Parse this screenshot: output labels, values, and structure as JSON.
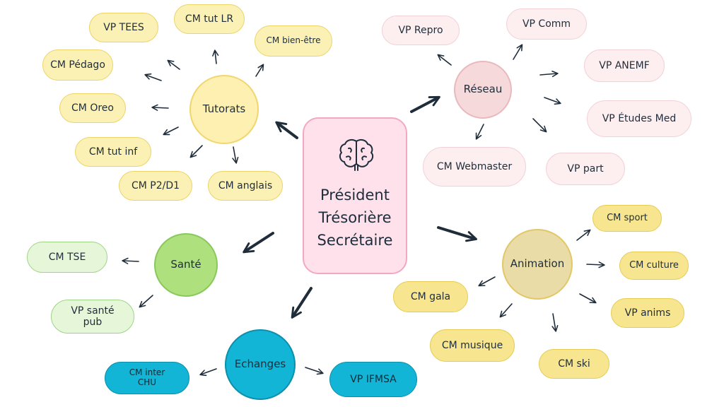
{
  "center": {
    "icon": "brain-icon",
    "roles": [
      "Président",
      "Trésorière",
      "Secrétaire"
    ]
  },
  "hubs": {
    "tutorats": "Tutorats",
    "reseau": "Réseau",
    "sante": "Santé",
    "animation": "Animation",
    "echanges": "Echanges"
  },
  "tutorats_items": [
    "VP TEES",
    "CM tut LR",
    "CM bien-être",
    "CM Pédago",
    "CM Oreo",
    "CM tut inf",
    "CM P2/D1",
    "CM anglais"
  ],
  "reseau_items": [
    "VP Repro",
    "VP Comm",
    "VP ANEMF",
    "VP Études Med",
    "VP part",
    "CM Webmaster"
  ],
  "sante_items": [
    "CM TSE",
    "VP santé\npub"
  ],
  "animation_items": [
    "CM sport",
    "CM culture",
    "VP anims",
    "CM ski",
    "CM musique",
    "CM gala"
  ],
  "echanges_items": [
    "CM inter\nCHU",
    "VP IFMSA"
  ],
  "colors": {
    "tutorats": "#fbf1b5",
    "reseau": "#fdeef0",
    "sante": "#e6f7d9",
    "animation": "#f7e68f",
    "echanges": "#12b5d6",
    "center": "#ffe1ec",
    "arrow": "#1f2d3a"
  }
}
